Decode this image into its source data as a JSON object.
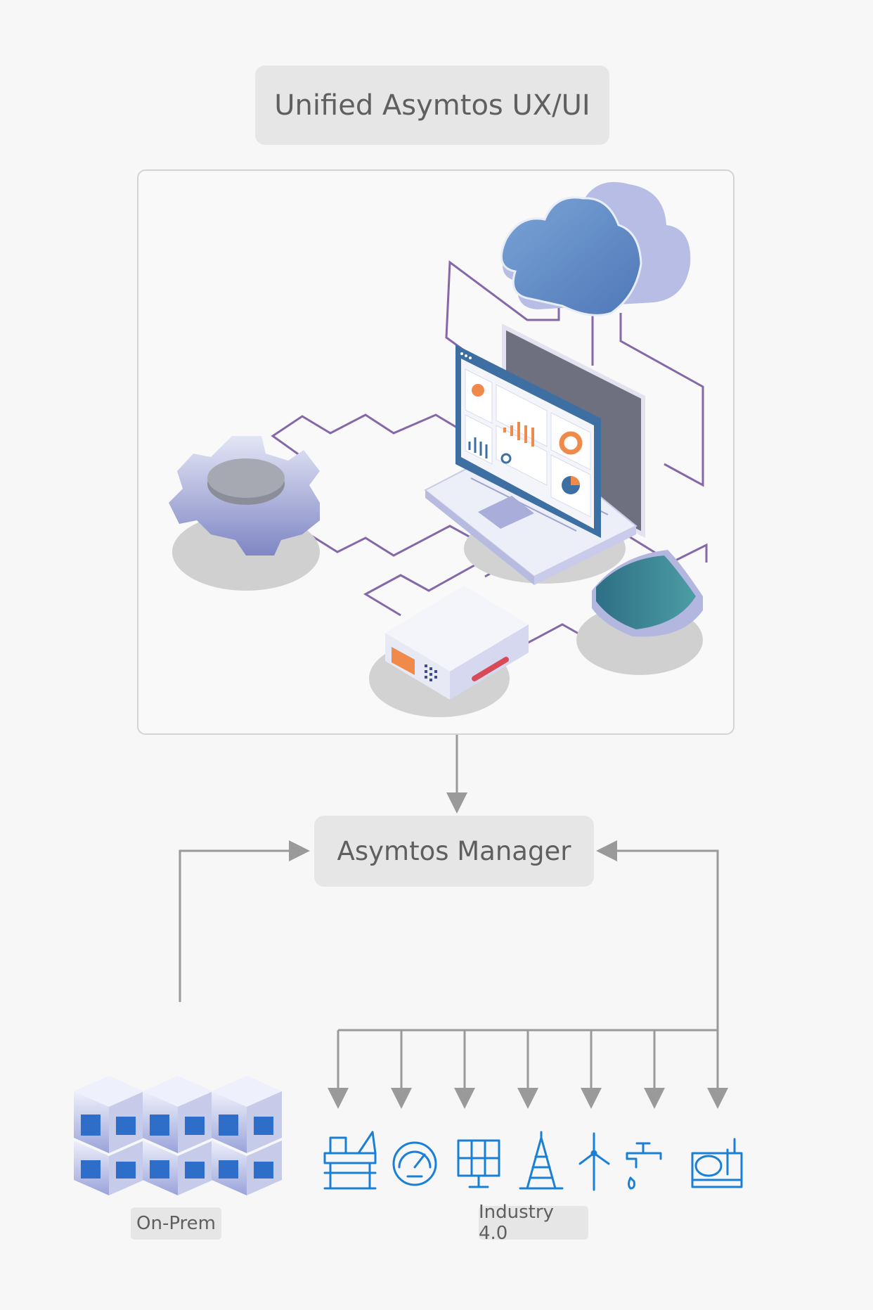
{
  "title": "Unified Asymtos UX/UI",
  "manager": "Asymtos Manager",
  "on_prem_label": "On-Prem",
  "industry_label": "Industry 4.0",
  "illustration_elements": [
    "cloud-icon",
    "laptop-dashboard-icon",
    "gear-icon",
    "server-box-icon",
    "shield-icon"
  ],
  "industry_icons": [
    "oil-rig-icon",
    "gauge-icon",
    "solar-panel-icon",
    "oil-derrick-icon",
    "wind-turbine-icon",
    "water-tap-icon",
    "factory-tank-icon"
  ],
  "colors": {
    "line_purple": "#8468a8",
    "arrow_gray": "#9a9a9a",
    "icon_blue": "#1a7fd6",
    "cloud_blue": "#6b95c8",
    "shield_teal": "#3e8a9a",
    "accent_orange": "#f08a4b"
  }
}
